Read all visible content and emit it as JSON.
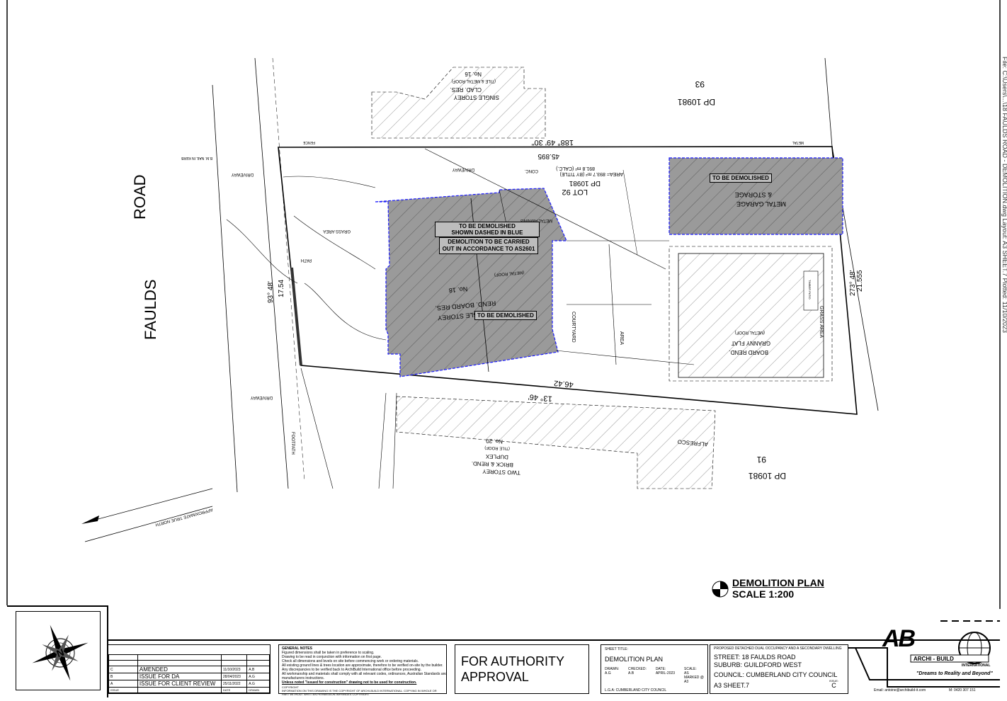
{
  "plan": {
    "street_name_1": "FAULDS",
    "street_name_2": "ROAD",
    "lot": "LOT 92",
    "dp": "DP 10981",
    "area_title": "AREA= 893.7 m² (BY TITLE)",
    "area_calc": "891.8 m² (CALC.)",
    "bearing_north_len": "45.895",
    "bearing_north": "188° 49' 30\"",
    "bearing_south_len": "46.42",
    "bearing_south": "13° 46'",
    "bearing_east_len": "21.555",
    "bearing_east": "273° 48'",
    "bearing_west_len": "17.54",
    "bearing_west": "93° 48'",
    "lot_93_num": "93",
    "lot_93_dp": "DP 10981",
    "lot_91_num": "91",
    "lot_91_dp": "DP 10981",
    "house_label_1": "SINGLE STOREY",
    "house_label_2": "REND. BOARD RES.",
    "house_label_3": "No. 18",
    "house_roof": "(METAL ROOF)",
    "house_roof_tile": "(TILE ROOF)",
    "demolish_1": "TO BE DEMOLISHED",
    "demolish_2": "SHOWN DASHED IN BLUE",
    "demolish_note": "DEMOLITION TO BE CARRIED OUT IN ACCORDANCE TO AS2601",
    "demolish_house": "TO BE DEMOLISHED",
    "garage_demolish": "TO BE DEMOLISHED",
    "garage_1": "METAL GARAGE",
    "garage_2": "& STORAGE",
    "metal_awning": "METAL AWNING",
    "granny_1": "BOARD REND.",
    "granny_2": "GRANNY FLAT",
    "granny_3": "(METAL ROOF)",
    "courtyard": "COURTYARD",
    "area": "AREA",
    "grass_area": "GRASS AREA",
    "driveway": "DRIVEWAY",
    "conc": "CONC.",
    "path": "PATH",
    "fence": "FENCE",
    "metal": "METAL",
    "footpath": "FOOTPATH",
    "timber_patio": "TIMBER PATIO",
    "alfresco": "ALFRESCO",
    "lot_16_1": "SINGLE STOREY",
    "lot_16_2": "CLAD. RES.",
    "lot_16_3": "(TILE & METAL ROOF)",
    "lot_16_4": "No. 16",
    "lot_20_1": "TWO STOREY",
    "lot_20_2": "BRICK & REND.",
    "lot_20_3": "DUPLEX",
    "lot_20_4": "(TILE ROOF)",
    "lot_20_5": "No. 20",
    "true_north": "APPROXIMATE TRUE NORTH",
    "bm_note": "B.M. NAIL IN KERB",
    "plan_title": "DEMOLITION PLAN",
    "plan_scale": "SCALE 1:200",
    "margin_text": "File: C:\\Users\\...\\18 FAULDS ROAD - DEMOLITION.dwg  Layout: A3 SHEET.7  Plotted: 11/10/2023"
  },
  "title_block": {
    "revisions": [
      {
        "issue": "C",
        "desc": "AMENDED",
        "date": "11/10/2023",
        "drawn": "A.B"
      },
      {
        "issue": "B",
        "desc": "ISSUE FOR DA",
        "date": "28/04/2023",
        "drawn": "A.G"
      },
      {
        "issue": "A",
        "desc": "ISSUE FOR CLIENT REVIEW",
        "date": "25/11/2022",
        "drawn": "A.G"
      }
    ],
    "rev_headers": {
      "issue": "ISSUE",
      "desc": "",
      "date": "DATE",
      "drawn": "DRAWN"
    },
    "general_notes_title": "GENERAL NOTES",
    "general_notes": [
      "Figured dimensions shall be taken in preference to scaling.",
      "Drawing to be read in conjunction with information on first page.",
      "Check all dimensions and levels on site before commencing work or ordering materials.",
      "All existing ground lines & trees location are approximate, therefore to be verified on-site by the builder.",
      "Any discrepancies to be verified back to ArchiBuild International office before proceeding.",
      "All workmanship and materials shall comply with all relevant codes, ordinances, Australian Standards and",
      "manufacturers instructions."
    ],
    "construction_note": "Unless noted \"issued for construction\" drawing not to be used for construction.",
    "copyright_title": "COPYRIGHT",
    "copyright": "INFORMATION ON THIS DRAWING IS THE COPYRIGHT OF ARCHI-BUILD INTERNATIONAL. COPYING IN WHOLE OR PART WITHOUT WRITTEN PERMISSION INFRINGES COPYRIGHT",
    "authority": "FOR AUTHORITY APPROVAL",
    "authority_1": "FOR AUTHORITY",
    "authority_2": "APPROVAL",
    "sheet_title_label": "SHEET TITLE:",
    "sheet_title": "DEMOLITION PLAN",
    "drawn_label": "DRAWN:",
    "drawn": "A.G",
    "checked_label": "CHECKED:",
    "checked": "A.B",
    "date_label": "DATE:",
    "date": "APRIL-2023",
    "scale_label": "SCALE:",
    "scale": "AS MARKED @ A3",
    "lga_label": "L.G.A:",
    "lga": "CUMBERLAND CITY COUNCIL",
    "project": "PROPOSED DETACHED DUAL OCCUPANCY AND A SECONDARY DWELLING",
    "street": "STREET: 18 FAULDS ROAD",
    "suburb": "SUBURB: GUILDFORD WEST",
    "council": "COUNCIL: CUMBERLAND CITY COUNCIL",
    "sheet": "A3 SHEET.7",
    "issue_label": "ISSUE:",
    "issue": "C",
    "company_name": "ARCHI - BUILD",
    "company_sub": "INTERNATIONAL",
    "tagline": "\"Dreams to Reality and Beyond\"",
    "email": "Email: antoine@archibuild-it.com",
    "mobile": "M: 0420 307 151",
    "logo_letters": "AB"
  },
  "colors": {
    "demolish_fill": "#9a9a9a",
    "demolish_outline": "#1a1aff",
    "line": "#000000",
    "hatch": "#444444"
  }
}
